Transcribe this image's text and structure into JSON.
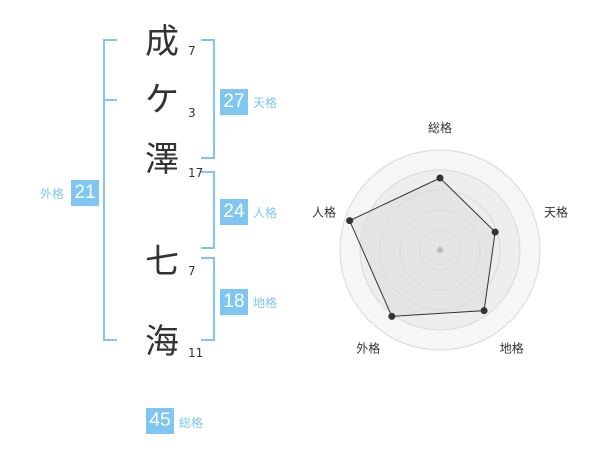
{
  "name": {
    "characters": [
      {
        "char": "成",
        "strokes": "7"
      },
      {
        "char": "ケ",
        "strokes": "3"
      },
      {
        "char": "澤",
        "strokes": "17"
      },
      {
        "char": "七",
        "strokes": "7"
      },
      {
        "char": "海",
        "strokes": "11"
      }
    ]
  },
  "kakusu": {
    "tenkaku": {
      "value": "27",
      "label": "天格"
    },
    "jinkaku": {
      "value": "24",
      "label": "人格"
    },
    "chikaku": {
      "value": "18",
      "label": "地格"
    },
    "gaikaku": {
      "value": "21",
      "label": "外格"
    },
    "soukaku": {
      "value": "45",
      "label": "総格"
    }
  },
  "chart_data": {
    "type": "radar",
    "axes": [
      "総格",
      "天格",
      "地格",
      "外格",
      "人格"
    ],
    "values": [
      0.72,
      0.58,
      0.75,
      0.82,
      0.95
    ],
    "max": 1,
    "rings": 5,
    "colors": {
      "fill": "#eeeeee",
      "outer_fill": "#f6f6f6",
      "ring": "#d9d9d9",
      "line": "#333333",
      "dot": "#333333",
      "center": "#bbbbbb"
    }
  }
}
